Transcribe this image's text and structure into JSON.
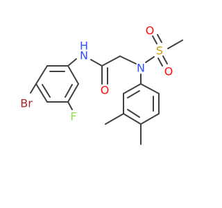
{
  "molecule": {
    "atoms": {
      "nitrogen_amide": {
        "symbol": "N",
        "hydrogen": "H",
        "color": "#3050f8"
      },
      "oxygen_carbonyl": {
        "symbol": "O",
        "color": "#ff0d0d"
      },
      "nitrogen_sulfonamide": {
        "symbol": "N",
        "color": "#3050f8"
      },
      "sulfur": {
        "symbol": "S",
        "color": "#c8a000"
      },
      "oxygen_sulfonyl_upper": {
        "symbol": "O",
        "color": "#ff0d0d"
      },
      "oxygen_sulfonyl_lower": {
        "symbol": "O",
        "color": "#ff0d0d"
      },
      "bromine": {
        "symbol": "Br",
        "color": "#a62929"
      },
      "fluorine": {
        "symbol": "F",
        "color": "#90e050"
      }
    },
    "bond_color": "#404040"
  }
}
